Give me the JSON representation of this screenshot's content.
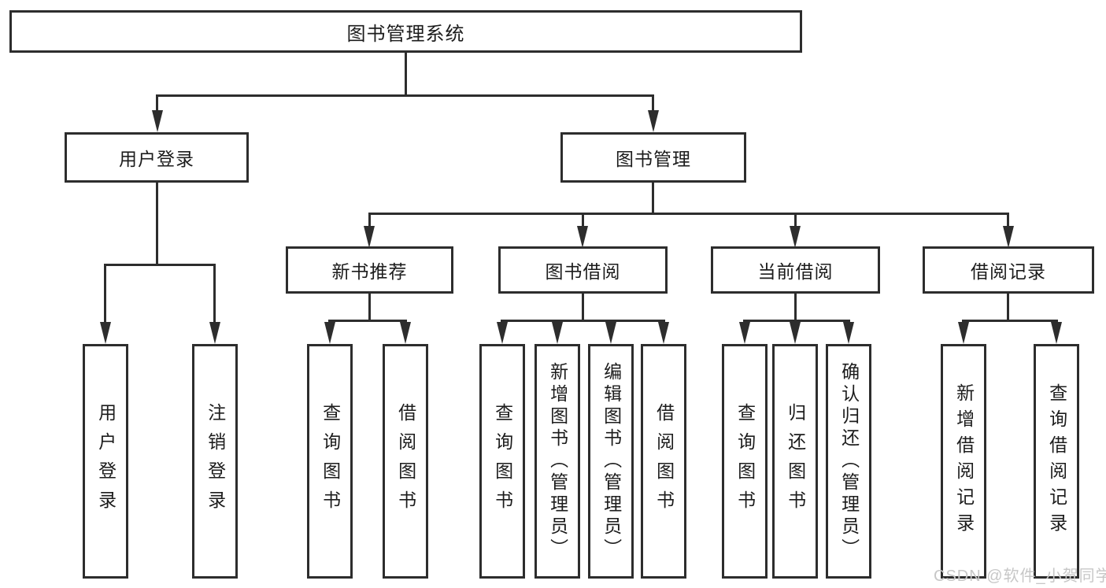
{
  "diagram": {
    "type": "hierarchy-tree",
    "root": {
      "label": "图书管理系统"
    },
    "branches": [
      {
        "label": "用户登录",
        "children": [
          {
            "label": "用户登录"
          },
          {
            "label": "注销登录"
          }
        ]
      },
      {
        "label": "图书管理",
        "children": [
          {
            "label": "新书推荐",
            "children": [
              {
                "label": "查询图书"
              },
              {
                "label": "借阅图书"
              }
            ]
          },
          {
            "label": "图书借阅",
            "children": [
              {
                "label": "查询图书"
              },
              {
                "label": "新增图书（管理员）"
              },
              {
                "label": "编辑图书（管理员）"
              },
              {
                "label": "借阅图书"
              }
            ]
          },
          {
            "label": "当前借阅",
            "children": [
              {
                "label": "查询图书"
              },
              {
                "label": "归还图书"
              },
              {
                "label": "确认归还（管理员）"
              }
            ]
          },
          {
            "label": "借阅记录",
            "children": [
              {
                "label": "新增借阅记录"
              },
              {
                "label": "查询借阅记录"
              }
            ]
          }
        ]
      }
    ]
  },
  "watermark": {
    "text": "CSDN @软件_小贺同学"
  },
  "colors": {
    "line": "#2d2d2d",
    "text": "#1c1c1c",
    "background": "#ffffff",
    "watermark": "#c7c7c7"
  }
}
